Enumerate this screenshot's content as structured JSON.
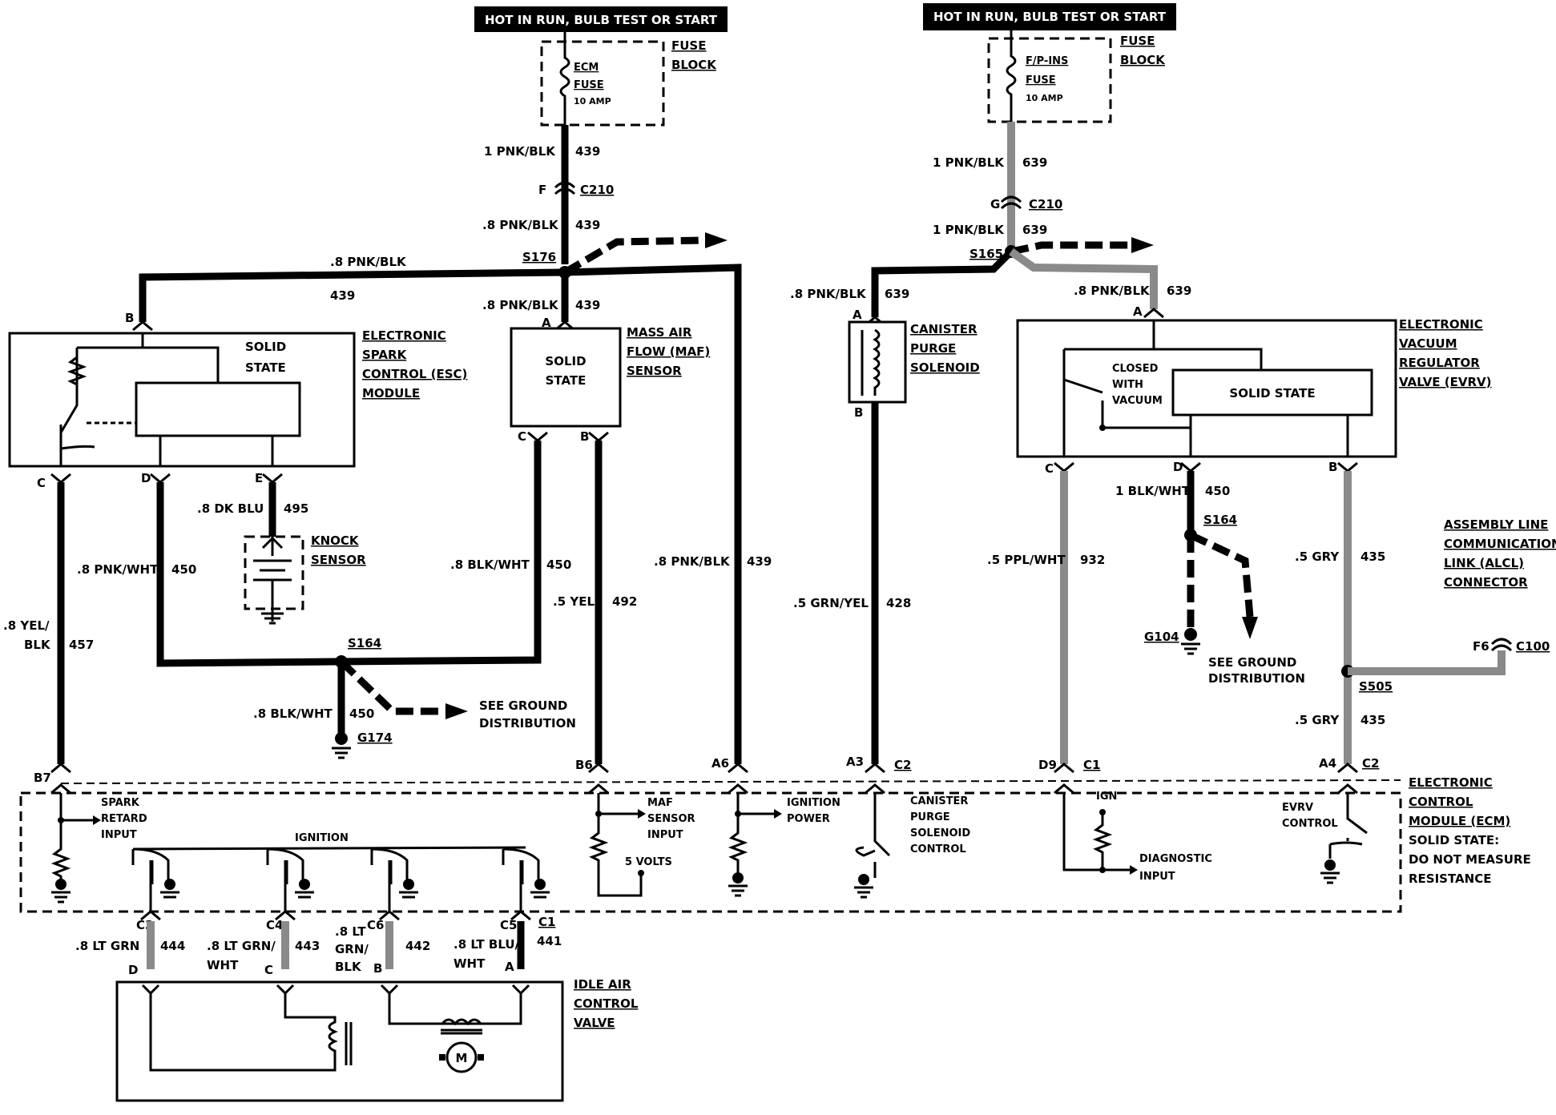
{
  "headers": {
    "left": "HOT IN RUN, BULB TEST OR START",
    "right": "HOT IN RUN, BULB TEST OR START"
  },
  "fuses": {
    "left": {
      "name_1": "ECM",
      "name_2": "FUSE",
      "rating": "10 AMP",
      "block_1": "FUSE",
      "block_2": "BLOCK"
    },
    "right": {
      "name_1": "F/P-INS",
      "name_2": "FUSE",
      "rating": "10 AMP",
      "block_1": "FUSE",
      "block_2": "BLOCK"
    }
  },
  "components": {
    "esc": {
      "lines": [
        "ELECTRONIC",
        "SPARK",
        "CONTROL (ESC)",
        "MODULE"
      ],
      "inner_1": "SOLID",
      "inner_2": "STATE"
    },
    "maf": {
      "lines": [
        "MASS AIR",
        "FLOW (MAF)",
        "SENSOR"
      ],
      "inner_1": "SOLID",
      "inner_2": "STATE"
    },
    "knock": {
      "lines": [
        "KNOCK",
        "SENSOR"
      ]
    },
    "canister": {
      "lines": [
        "CANISTER",
        "PURGE",
        "SOLENOID"
      ]
    },
    "evrv": {
      "lines": [
        "ELECTRONIC",
        "VACUUM",
        "REGULATOR",
        "VALVE (EVRV)"
      ],
      "inner": "SOLID STATE",
      "switch_lines": [
        "CLOSED",
        "WITH",
        "VACUUM"
      ]
    },
    "alcl": {
      "lines": [
        "ASSEMBLY LINE",
        "COMMUNICATION",
        "LINK (ALCL)",
        "CONNECTOR"
      ]
    },
    "ecm": {
      "lines": [
        "ELECTRONIC",
        "CONTROL",
        "MODULE (ECM)",
        "SOLID STATE:",
        "DO NOT MEASURE",
        "RESISTANCE"
      ]
    },
    "iac": {
      "lines": [
        "IDLE AIR",
        "CONTROL",
        "VALVE"
      ],
      "motor": "M"
    }
  },
  "ecm_inputs": {
    "spark": [
      "SPARK",
      "RETARD",
      "INPUT"
    ],
    "ignition": "IGNITION",
    "maf": [
      "MAF",
      "SENSOR",
      "INPUT"
    ],
    "five_volts": "5 VOLTS",
    "ign_power": [
      "IGNITION",
      "POWER"
    ],
    "canister": [
      "CANISTER",
      "PURGE",
      "SOLENOID",
      "CONTROL"
    ],
    "ign": "IGN",
    "diag": [
      "DIAGNOSTIC",
      "INPUT"
    ],
    "evrv": [
      "EVRV",
      "CONTROL"
    ]
  },
  "grounds": {
    "see_1": [
      "SEE GROUND",
      "DISTRIBUTION"
    ],
    "see_2": [
      "SEE GROUND",
      "DISTRIBUTION"
    ],
    "g174": "G174",
    "g104": "G104"
  },
  "splices": {
    "s176": "S176",
    "s165": "S165",
    "s164a": "S164",
    "s164b": "S164",
    "s505": "S505"
  },
  "connectors": {
    "c210a": "C210",
    "c210b": "C210",
    "c100": "C100",
    "c2a": "C2",
    "c1a": "C1",
    "c2b": "C2",
    "c1b": "C1",
    "c3": "C3",
    "c4": "C4",
    "c6": "C6",
    "c5": "C5"
  },
  "pins": {
    "f": "F",
    "g": "G",
    "f6": "F6",
    "b_esc": "B",
    "c_esc": "C",
    "d_esc": "D",
    "e_esc": "E",
    "a_maf": "A",
    "c_maf": "C",
    "b_maf": "B",
    "a_can": "A",
    "b_can": "B",
    "a_evrv": "A",
    "c_evrv": "C",
    "d_evrv": "D",
    "b_evrv": "B",
    "b7": "B7",
    "b6": "B6",
    "a6": "A6",
    "a3": "A3",
    "d9": "D9",
    "a4": "A4",
    "iac_d": "D",
    "iac_c": "C",
    "iac_b": "B",
    "iac_a": "A"
  },
  "wires": {
    "w439a": "1 PNK/BLK",
    "c439a": "439",
    "w439b": ".8 PNK/BLK",
    "c439b": "439",
    "w439c": ".8 PNK/BLK",
    "c439c": "439",
    "w439d": ".8 PNK/BLK",
    "c439d": "439",
    "w439e": ".8 PNK/BLK",
    "c439e": "439",
    "w639a": "1 PNK/BLK",
    "c639a": "639",
    "w639b": "1 PNK/BLK",
    "c639b": "639",
    "w639c": ".8 PNK/BLK",
    "c639c": "639",
    "w639d": ".8 PNK/BLK",
    "c639d": "639",
    "w495": ".8 DK BLU",
    "c495": "495",
    "w450a": ".8 PNK/WHT",
    "c450a": "450",
    "w450b": ".8 BLK/WHT",
    "c450b": "450",
    "w450c": ".8 BLK/WHT",
    "c450c": "450",
    "w450d": "1 BLK/WHT",
    "c450d": "450",
    "w457a": ".8 YEL/",
    "w457b": "BLK",
    "c457": "457",
    "w492": ".5 YEL",
    "c492": "492",
    "w428": ".5 GRN/YEL",
    "c428": "428",
    "w932": ".5 PPL/WHT",
    "c932": "932",
    "w435a": ".5 GRY",
    "c435a": "435",
    "w435b": ".5 GRY",
    "c435b": "435",
    "w444": ".8 LT GRN",
    "c444": "444",
    "w443a": ".8 LT GRN/",
    "w443b": "WHT",
    "c443": "443",
    "w442a": ".8 LT",
    "w442b": "GRN/",
    "w442c": "BLK",
    "c442": "442",
    "w441a": ".8 LT BLU/",
    "w441b": "WHT",
    "c441": "441"
  }
}
